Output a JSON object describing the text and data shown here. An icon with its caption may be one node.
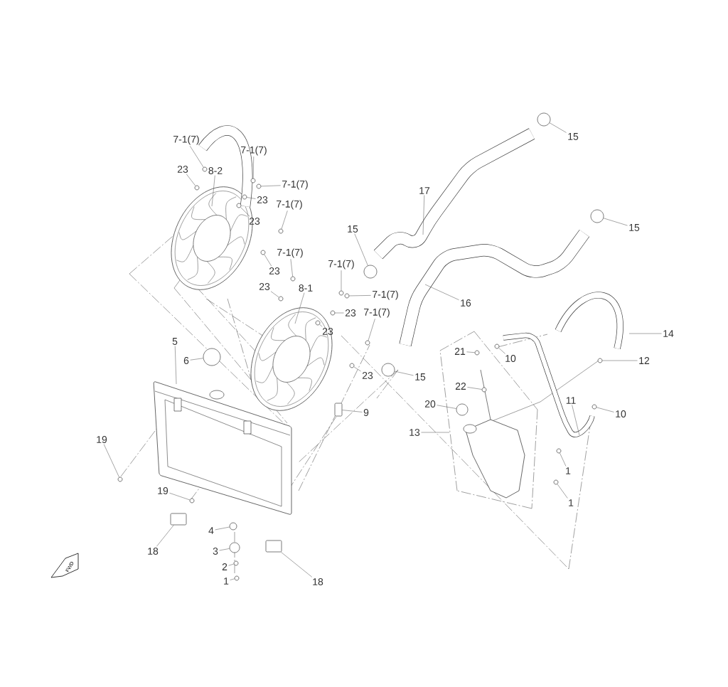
{
  "diagram": {
    "nodes": [
      {
        "text": [
          "7-1(7)"
        ]
      },
      {
        "text": [
          "23"
        ]
      },
      {
        "text": [
          "8-2"
        ]
      },
      {
        "text": [
          "7-1(7)"
        ]
      },
      {
        "text": [
          "7-1(7)"
        ]
      },
      {
        "text": [
          "23"
        ]
      },
      {
        "text": [
          "23"
        ]
      },
      {
        "text": [
          "7-1(7)"
        ]
      },
      {
        "text": [
          "23"
        ]
      },
      {
        "text": [
          "7-1(7)"
        ]
      },
      {
        "text": [
          "23"
        ]
      },
      {
        "text": [
          "8-1"
        ]
      },
      {
        "text": [
          "7-1(7)"
        ]
      },
      {
        "text": [
          "7-1(7)"
        ]
      },
      {
        "text": [
          "23"
        ]
      },
      {
        "text": [
          "7-1(7)"
        ]
      },
      {
        "text": [
          "23"
        ]
      },
      {
        "text": [
          "23"
        ]
      },
      {
        "text": [
          "15"
        ]
      },
      {
        "text": [
          "17"
        ]
      },
      {
        "text": [
          "15"
        ]
      },
      {
        "text": [
          "15"
        ]
      },
      {
        "text": [
          "16"
        ]
      },
      {
        "text": [
          "15"
        ]
      },
      {
        "text": [
          "14"
        ]
      },
      {
        "text": [
          "12"
        ]
      },
      {
        "text": [
          "21"
        ]
      },
      {
        "text": [
          "10"
        ]
      },
      {
        "text": [
          "22"
        ]
      },
      {
        "text": [
          "20"
        ]
      },
      {
        "text": [
          "13"
        ]
      },
      {
        "text": [
          "11"
        ]
      },
      {
        "text": [
          "10"
        ]
      },
      {
        "text": [
          "1"
        ]
      },
      {
        "text": [
          "1"
        ]
      },
      {
        "text": [
          "9"
        ]
      },
      {
        "text": [
          "6"
        ]
      },
      {
        "text": [
          "5"
        ]
      },
      {
        "text": [
          "19"
        ]
      },
      {
        "text": [
          "19"
        ]
      },
      {
        "text": [
          "4"
        ]
      },
      {
        "text": [
          "3"
        ]
      },
      {
        "text": [
          "2"
        ]
      },
      {
        "text": [
          "1"
        ]
      },
      {
        "text": [
          "18"
        ]
      },
      {
        "text": [
          "18"
        ]
      },
      {
        "text": [],
        "shape": "circle"
      },
      {
        "text": [],
        "shape": "circle"
      },
      {
        "text": [],
        "shape": "circle"
      },
      {
        "text": [],
        "shape": "circle"
      },
      {
        "text": [],
        "shape": "circle"
      },
      {
        "text": [],
        "shape": "circle"
      },
      {
        "text": [],
        "shape": "circle"
      },
      {
        "text": [],
        "shape": "circle"
      },
      {
        "text": [],
        "shape": "circle"
      },
      {
        "text": [],
        "shape": "circle"
      },
      {
        "text": [],
        "shape": "circle"
      },
      {
        "text": [],
        "shape": "circle"
      },
      {
        "text": [],
        "shape": "circle"
      },
      {
        "text": [],
        "shape": "circle"
      },
      {
        "text": [],
        "shape": "circle"
      },
      {
        "text": [],
        "shape": "circle"
      },
      {
        "text": [],
        "shape": "circle"
      },
      {
        "text": [],
        "shape": "circle"
      },
      {
        "text": [],
        "shape": "circle"
      },
      {
        "text": [],
        "shape": "circle"
      },
      {
        "text": [],
        "shape": "circle"
      },
      {
        "text": [],
        "shape": "circle"
      },
      {
        "text": [],
        "shape": "circle"
      },
      {
        "text": [],
        "shape": "circle"
      },
      {
        "text": [],
        "shape": "circle"
      },
      {
        "text": [],
        "shape": "circle"
      },
      {
        "text": [],
        "shape": "circle"
      },
      {
        "text": [],
        "shape": "circle"
      },
      {
        "text": [],
        "shape": "box"
      },
      {
        "text": [],
        "shape": "circle"
      },
      {
        "text": [],
        "shape": "circle"
      },
      {
        "text": [],
        "shape": "circle"
      },
      {
        "text": [],
        "shape": "circle"
      },
      {
        "text": [],
        "shape": "circle"
      },
      {
        "text": [],
        "shape": "circle"
      },
      {
        "text": [],
        "shape": "circle"
      },
      {
        "text": [],
        "shape": "box"
      },
      {
        "text": [],
        "shape": "box"
      }
    ],
    "edges": [
      {
        "from": 0,
        "to": 46,
        "arrow": "none"
      },
      {
        "from": 1,
        "to": 47,
        "arrow": "none"
      },
      {
        "from": 2,
        "to": null,
        "arrow": "none"
      },
      {
        "from": 3,
        "to": 48,
        "arrow": "none"
      },
      {
        "from": 4,
        "to": 49,
        "arrow": "none"
      },
      {
        "from": 5,
        "to": 50,
        "arrow": "none"
      },
      {
        "from": 6,
        "to": 51,
        "arrow": "none"
      },
      {
        "from": 7,
        "to": 52,
        "arrow": "none"
      },
      {
        "from": 8,
        "to": 53,
        "arrow": "none"
      },
      {
        "from": 9,
        "to": 54,
        "arrow": "none"
      },
      {
        "from": 10,
        "to": 55,
        "arrow": "none"
      },
      {
        "from": 11,
        "to": null,
        "arrow": "none"
      },
      {
        "from": 12,
        "to": 56,
        "arrow": "none"
      },
      {
        "from": 13,
        "to": 57,
        "arrow": "none"
      },
      {
        "from": 14,
        "to": 58,
        "arrow": "none"
      },
      {
        "from": 15,
        "to": 59,
        "arrow": "none"
      },
      {
        "from": 16,
        "to": 60,
        "arrow": "none"
      },
      {
        "from": 17,
        "to": 61,
        "arrow": "none"
      },
      {
        "from": 18,
        "to": 62,
        "arrow": "none"
      },
      {
        "from": 19,
        "to": null,
        "arrow": "none"
      },
      {
        "from": 20,
        "to": 63,
        "arrow": "none"
      },
      {
        "from": 21,
        "to": 64,
        "arrow": "none"
      },
      {
        "from": 22,
        "to": null,
        "arrow": "none"
      },
      {
        "from": 23,
        "to": 65,
        "arrow": "none"
      },
      {
        "from": 24,
        "to": null,
        "arrow": "none"
      },
      {
        "from": 25,
        "to": 66,
        "arrow": "none"
      },
      {
        "from": 26,
        "to": 67,
        "arrow": "none"
      },
      {
        "from": 27,
        "to": 68,
        "arrow": "none"
      },
      {
        "from": 28,
        "to": 69,
        "arrow": "none"
      },
      {
        "from": 29,
        "to": 70,
        "arrow": "none"
      },
      {
        "from": 30,
        "to": null,
        "arrow": "none"
      },
      {
        "from": 31,
        "to": null,
        "arrow": "none"
      },
      {
        "from": 32,
        "to": 71,
        "arrow": "none"
      },
      {
        "from": 33,
        "to": 72,
        "arrow": "none"
      },
      {
        "from": 34,
        "to": 73,
        "arrow": "none"
      },
      {
        "from": 35,
        "to": 74,
        "arrow": "none"
      },
      {
        "from": 36,
        "to": 75,
        "arrow": "none"
      },
      {
        "from": 37,
        "to": null,
        "arrow": "none"
      },
      {
        "from": 38,
        "to": 76,
        "arrow": "none"
      },
      {
        "from": 39,
        "to": 77,
        "arrow": "none"
      },
      {
        "from": 40,
        "to": 78,
        "arrow": "none"
      },
      {
        "from": 41,
        "to": 79,
        "arrow": "none"
      },
      {
        "from": 42,
        "to": 80,
        "arrow": "none"
      },
      {
        "from": 43,
        "to": 81,
        "arrow": "none"
      },
      {
        "from": 44,
        "to": 82,
        "arrow": "none"
      },
      {
        "from": 45,
        "to": 83,
        "arrow": "none"
      }
    ],
    "labels": [
      "FWD"
    ]
  }
}
